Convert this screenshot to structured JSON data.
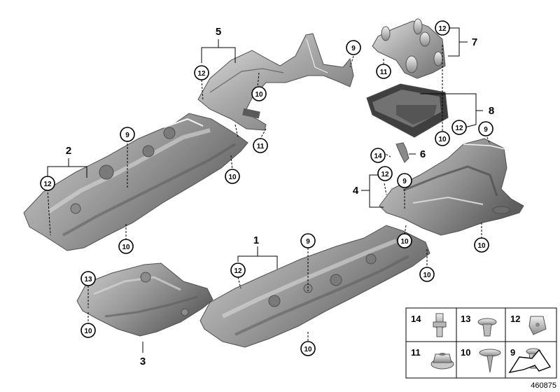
{
  "figure": {
    "document_number": "460875",
    "parts": [
      {
        "id": "p1",
        "label": "1"
      },
      {
        "id": "p2",
        "label": "2"
      },
      {
        "id": "p3",
        "label": "3"
      },
      {
        "id": "p4",
        "label": "4"
      },
      {
        "id": "p5",
        "label": "5"
      },
      {
        "id": "p6",
        "label": "6"
      },
      {
        "id": "p7",
        "label": "7"
      },
      {
        "id": "p8",
        "label": "8"
      }
    ],
    "callouts": [
      {
        "id": "c1",
        "label": "9"
      },
      {
        "id": "c2",
        "label": "12"
      },
      {
        "id": "c3",
        "label": "10"
      },
      {
        "id": "c4",
        "label": "11"
      },
      {
        "id": "c5",
        "label": "12"
      },
      {
        "id": "c6",
        "label": "11"
      },
      {
        "id": "c7",
        "label": "12"
      },
      {
        "id": "c8",
        "label": "10"
      },
      {
        "id": "c9",
        "label": "9"
      },
      {
        "id": "c10",
        "label": "12"
      },
      {
        "id": "c11",
        "label": "10"
      },
      {
        "id": "c12",
        "label": "10"
      },
      {
        "id": "c13",
        "label": "9"
      },
      {
        "id": "c14",
        "label": "14"
      },
      {
        "id": "c15",
        "label": "12"
      },
      {
        "id": "c16",
        "label": "9"
      },
      {
        "id": "c17",
        "label": "10"
      },
      {
        "id": "c18",
        "label": "10"
      },
      {
        "id": "c19",
        "label": "9"
      },
      {
        "id": "c20",
        "label": "12"
      },
      {
        "id": "c21",
        "label": "10"
      },
      {
        "id": "c22",
        "label": "13"
      },
      {
        "id": "c23",
        "label": "10"
      },
      {
        "id": "c24",
        "label": "10"
      }
    ],
    "legend": [
      {
        "id": "l1",
        "label": "14",
        "icon": "hex-bolt-icon"
      },
      {
        "id": "l2",
        "label": "13",
        "icon": "expansion-rivet-icon"
      },
      {
        "id": "l3",
        "label": "12",
        "icon": "spring-nut-icon"
      },
      {
        "id": "l4",
        "label": "11",
        "icon": "flange-nut-icon"
      },
      {
        "id": "l5",
        "label": "10",
        "icon": "washer-screw-icon"
      },
      {
        "id": "l6",
        "label": "9",
        "icon": "push-rivet-icon"
      },
      {
        "id": "l7",
        "label": "",
        "icon": "direction-arrow-icon"
      }
    ]
  }
}
